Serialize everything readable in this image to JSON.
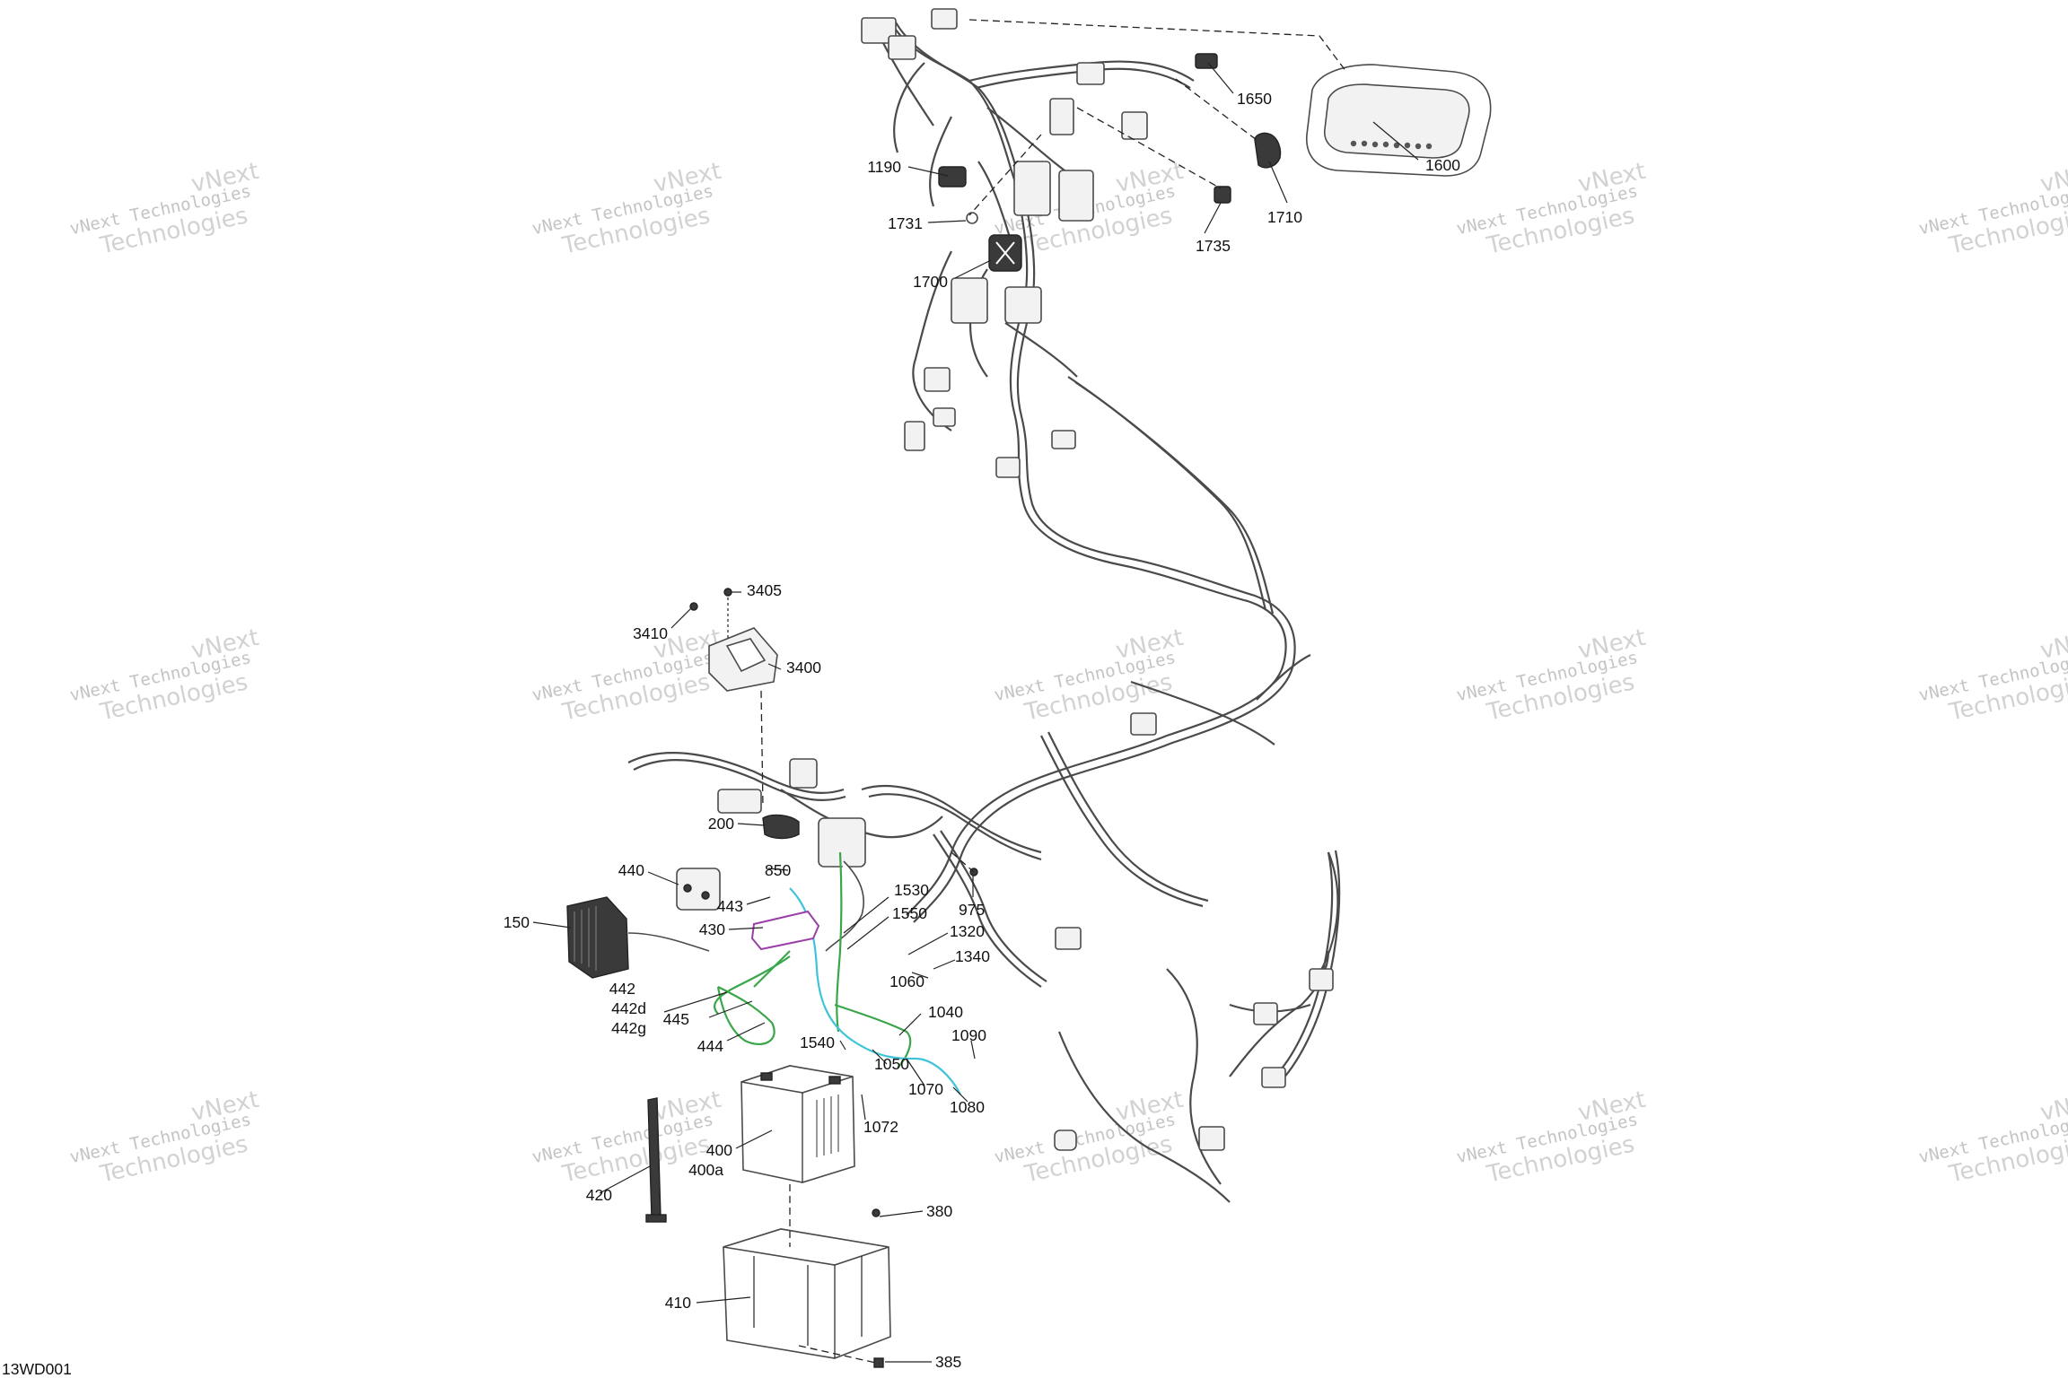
{
  "figure_code": "13WD001",
  "watermark": {
    "line1": "vNext Technologies",
    "line2": "Technologies",
    "top_fragment": "vNext"
  },
  "colors": {
    "green": "#3aa64a",
    "cyan": "#3ec3d8",
    "purple": "#9b3fa8",
    "red": "#d23a2a"
  },
  "callouts": [
    {
      "id": "1650",
      "text": "1650"
    },
    {
      "id": "1600",
      "text": "1600"
    },
    {
      "id": "1190",
      "text": "1190"
    },
    {
      "id": "1710",
      "text": "1710"
    },
    {
      "id": "1731",
      "text": "1731"
    },
    {
      "id": "1735",
      "text": "1735"
    },
    {
      "id": "1700",
      "text": "1700"
    },
    {
      "id": "3405",
      "text": "3405"
    },
    {
      "id": "3410",
      "text": "3410"
    },
    {
      "id": "3400",
      "text": "3400"
    },
    {
      "id": "200",
      "text": "200"
    },
    {
      "id": "440",
      "text": "440"
    },
    {
      "id": "850",
      "text": "850"
    },
    {
      "id": "443",
      "text": "443"
    },
    {
      "id": "1530",
      "text": "1530"
    },
    {
      "id": "975",
      "text": "975"
    },
    {
      "id": "150",
      "text": "150"
    },
    {
      "id": "430",
      "text": "430"
    },
    {
      "id": "1550",
      "text": "1550"
    },
    {
      "id": "1320",
      "text": "1320"
    },
    {
      "id": "1340",
      "text": "1340"
    },
    {
      "id": "1060",
      "text": "1060"
    },
    {
      "id": "442",
      "text": "442"
    },
    {
      "id": "442d",
      "text": "442d"
    },
    {
      "id": "442g",
      "text": "442g"
    },
    {
      "id": "445",
      "text": "445"
    },
    {
      "id": "1040",
      "text": "1040"
    },
    {
      "id": "1090",
      "text": "1090"
    },
    {
      "id": "444",
      "text": "444"
    },
    {
      "id": "1540",
      "text": "1540"
    },
    {
      "id": "1050",
      "text": "1050"
    },
    {
      "id": "1070",
      "text": "1070"
    },
    {
      "id": "1080",
      "text": "1080"
    },
    {
      "id": "1072",
      "text": "1072"
    },
    {
      "id": "400",
      "text": "400"
    },
    {
      "id": "400a",
      "text": "400a"
    },
    {
      "id": "420",
      "text": "420"
    },
    {
      "id": "380",
      "text": "380"
    },
    {
      "id": "410",
      "text": "410"
    },
    {
      "id": "385",
      "text": "385"
    }
  ]
}
